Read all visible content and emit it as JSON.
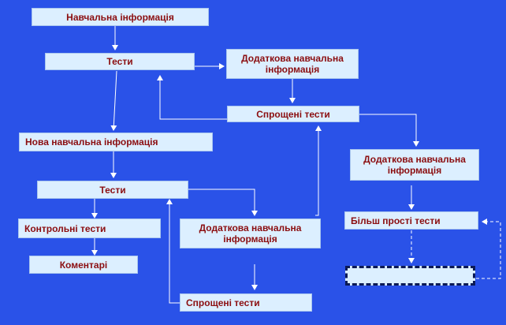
{
  "nodes": {
    "n1": "Навчальна інформація",
    "n2": "Тести",
    "n3": "Додаткова навчальна інформація",
    "n4": "Спрощені тести",
    "n5": "Нова навчальна інформація",
    "n6": "Додаткова навчальна інформація",
    "n7": "Тести",
    "n8": "Контрольні тести",
    "n9": "Додаткова навчальна інформація",
    "n10": "Більш прості тести",
    "n11": "Коментарі",
    "n12": "Спрощені тести",
    "n13": ""
  },
  "colors": {
    "background": "#2a52e8",
    "box_fill": "#dcefff",
    "box_text": "#8b0e10",
    "connector": "#ffffff",
    "dashed_border": "#0b1a55"
  }
}
